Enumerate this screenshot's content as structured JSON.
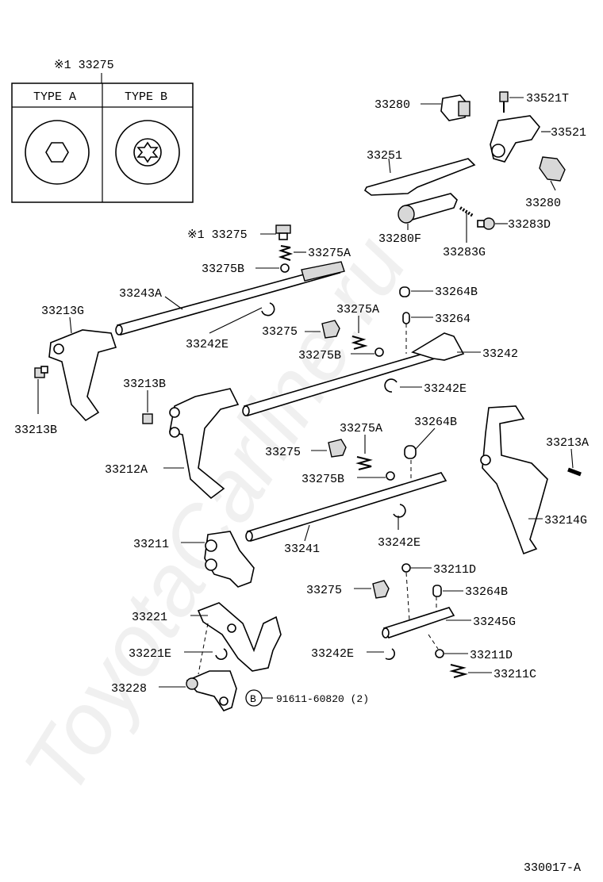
{
  "watermark": "ToyotaCarline.ru",
  "diagram_id": "330017-A",
  "type_box": {
    "callout": "※1 33275",
    "type_a": "TYPE A",
    "type_b": "TYPE B"
  },
  "callout_b_symbol": "B",
  "labels": {
    "p33280_top": "33280",
    "p33521T": "33521T",
    "p33521": "33521",
    "p33251": "33251",
    "p33280_right": "33280",
    "p33280F": "33280F",
    "p33283D": "33283D",
    "p33283G": "33283G",
    "p33275_star": "※1 33275",
    "p33275A_1": "33275A",
    "p33275B_1": "33275B",
    "p33243A": "33243A",
    "p33213G": "33213G",
    "p33264B_1": "33264B",
    "p33275A_2": "33275A",
    "p33264": "33264",
    "p33242E_1": "33242E",
    "p33275_1": "33275",
    "p33275B_2": "33275B",
    "p33242": "33242",
    "p33242E_2": "33242E",
    "p33213B_1": "33213B",
    "p33213B_2": "33213B",
    "p33264B_2": "33264B",
    "p33275A_3": "33275A",
    "p33213A": "33213A",
    "p33275_2": "33275",
    "p33212A": "33212A",
    "p33275B_3": "33275B",
    "p33214G": "33214G",
    "p33211": "33211",
    "p33241": "33241",
    "p33242E_3": "33242E",
    "p33211D_1": "33211D",
    "p33275_3": "33275",
    "p33264B_3": "33264B",
    "p33221": "33221",
    "p33245G": "33245G",
    "p33221E": "33221E",
    "p33242E_4": "33242E",
    "p33211D_2": "33211D",
    "p33211C": "33211C",
    "p33228": "33228",
    "p91611": "91611-60820 (2)"
  }
}
